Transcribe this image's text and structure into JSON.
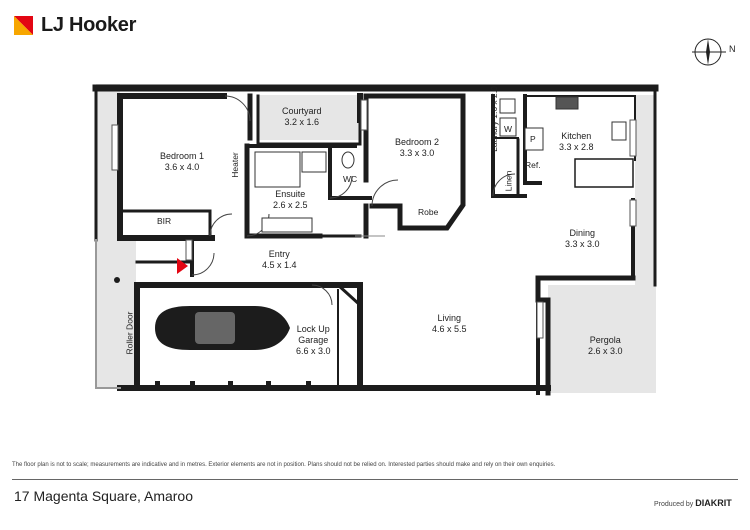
{
  "brand": {
    "name": "LJ Hooker",
    "accent": "#e30613"
  },
  "compass": {
    "label": "N"
  },
  "rooms": {
    "courtyard": {
      "name": "Courtyard",
      "dims": "3.2 x 1.6"
    },
    "bedroom1": {
      "name": "Bedroom 1",
      "dims": "3.6 x 4.0"
    },
    "bedroom2": {
      "name": "Bedroom 2",
      "dims": "3.3 x 3.0"
    },
    "laundry": {
      "name": "Laundry",
      "dims": "1.6 x 2.0"
    },
    "kitchen": {
      "name": "Kitchen",
      "dims": "3.3 x 2.8"
    },
    "ensuite": {
      "name": "Ensuite",
      "dims": "2.6 x 2.5"
    },
    "entry": {
      "name": "Entry",
      "dims": "4.5 x 1.4"
    },
    "dining": {
      "name": "Dining",
      "dims": "3.3 x 3.0"
    },
    "living": {
      "name": "Living",
      "dims": "4.6 x 5.5"
    },
    "garage": {
      "name": "Lock Up",
      "name2": "Garage",
      "dims": "6.6 x 3.0"
    },
    "pergola": {
      "name": "Pergola",
      "dims": "2.6 x 3.0"
    }
  },
  "labels": {
    "heater": "Heater",
    "wc": "WC",
    "robe": "Robe",
    "bir": "BIR",
    "linen": "Linen",
    "w": "W",
    "p": "P",
    "ref": "Ref.",
    "roller_door": "Roller Door"
  },
  "disclaimer": "The floor plan is not to scale; measurements are indicative and in metres. Exterior elements are not in position. Plans should not be relied on. Interested parties should make and rely on their own enquiries.",
  "address": "17 Magenta Square, Amaroo",
  "produced_by": {
    "prefix": "Produced by",
    "company": "DIAKRIT"
  },
  "colors": {
    "wall": "#1c1c1c",
    "exterior": "#e6e6e6",
    "entry_marker": "#e30613"
  }
}
